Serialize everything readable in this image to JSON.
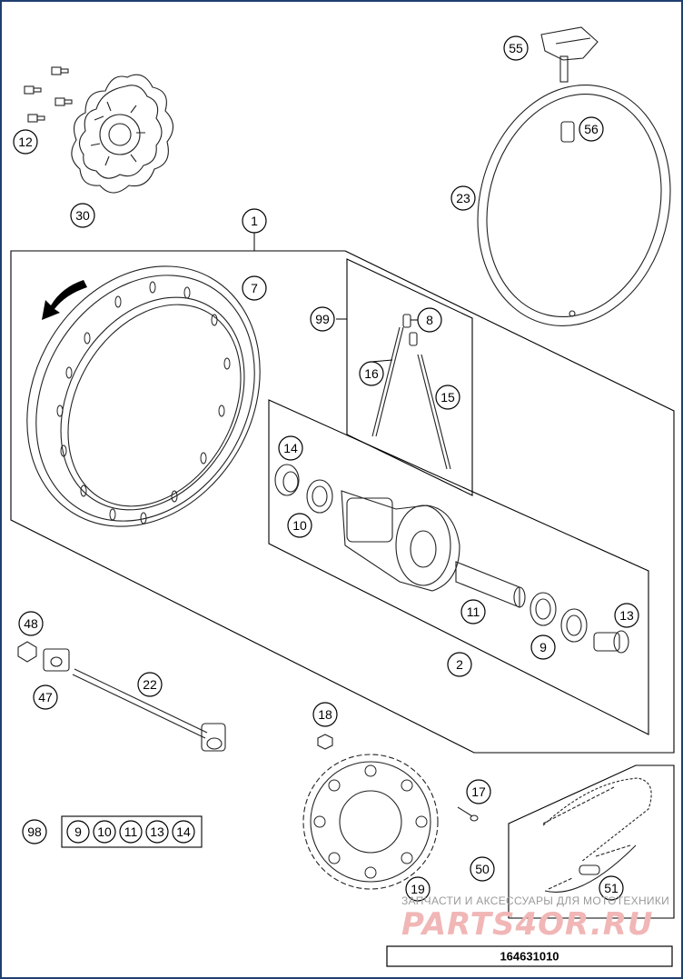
{
  "callouts": {
    "c1": "1",
    "c2": "2",
    "c7": "7",
    "c8": "8",
    "c9": "9",
    "c10": "10",
    "c11": "11",
    "c12": "12",
    "c13": "13",
    "c14": "14",
    "c15": "15",
    "c16": "16",
    "c17": "17",
    "c18": "18",
    "c19": "19",
    "c22": "22",
    "c23": "23",
    "c30": "30",
    "c47": "47",
    "c48": "48",
    "c50": "50",
    "c51": "51",
    "c55": "55",
    "c56": "56",
    "c98": "98",
    "c99": "99"
  },
  "kit98": [
    "9",
    "10",
    "11",
    "13",
    "14"
  ],
  "watermark": {
    "caption": "ЗАПЧАСТИ И АКСЕССУАРЫ ДЛЯ МОТОТЕХНИКИ",
    "logo": "PARTS4OR.RU"
  },
  "diagram_number": "164631010",
  "colors": {
    "frame": "#1f3f6f",
    "watermark_logo": "#f1b6b6",
    "line": "#000000"
  }
}
